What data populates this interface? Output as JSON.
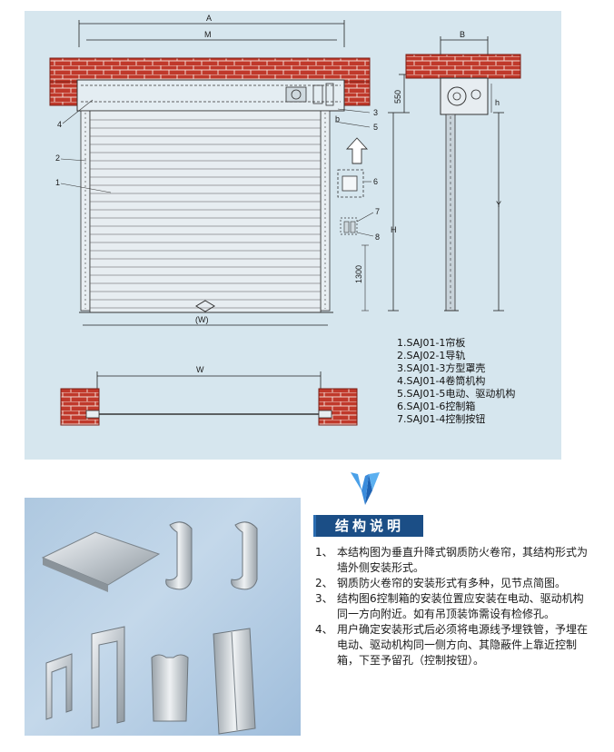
{
  "drawing": {
    "dim_a": "A",
    "dim_m": "M",
    "dim_b": "B",
    "dim_550": "550",
    "dim_h": "H",
    "dim_1300": "1300",
    "dim_y": "Y",
    "dim_w_paren": "(W)",
    "dim_w": "W",
    "dim_b_small": "b",
    "dim_h_small": "h",
    "callouts": [
      "1",
      "2",
      "3",
      "4",
      "5",
      "6",
      "7",
      "8"
    ]
  },
  "legend": [
    "1.SAJ01-1帘板",
    "2.SAJ02-1导轨",
    "3.SAJ01-3方型罩壳",
    "4.SAJ01-4卷筒机构",
    "5.SAJ01-5电动、驱动机构",
    "6.SAJ01-6控制箱",
    "7.SAJ01-4控制按钮"
  ],
  "section": {
    "title": "结构说明",
    "notes": [
      {
        "num": "1、",
        "text": "本结构图为垂直升降式钢质防火卷帘，其结构形式为墙外侧安装形式。"
      },
      {
        "num": "2、",
        "text": "钢质防火卷帘的安装形式有多种，见节点简图。"
      },
      {
        "num": "3、",
        "text": "结构图6控制箱的安装位置应安装在电动、驱动机构同一方向附近。如有吊顶装饰需设有检修孔。"
      },
      {
        "num": "4、",
        "text": "用户确定安装形式后必须将电源线予埋铁管，予埋在电动、驱动机构同一侧方向、其隐蔽件上靠近控制箱，下至予留孔（控制按钮）。"
      }
    ]
  },
  "colors": {
    "panel_bg": "#d6e6ee",
    "brick": "#c0392b",
    "badge_bg": "#1b4e86",
    "logo": "#2b7bd0"
  }
}
